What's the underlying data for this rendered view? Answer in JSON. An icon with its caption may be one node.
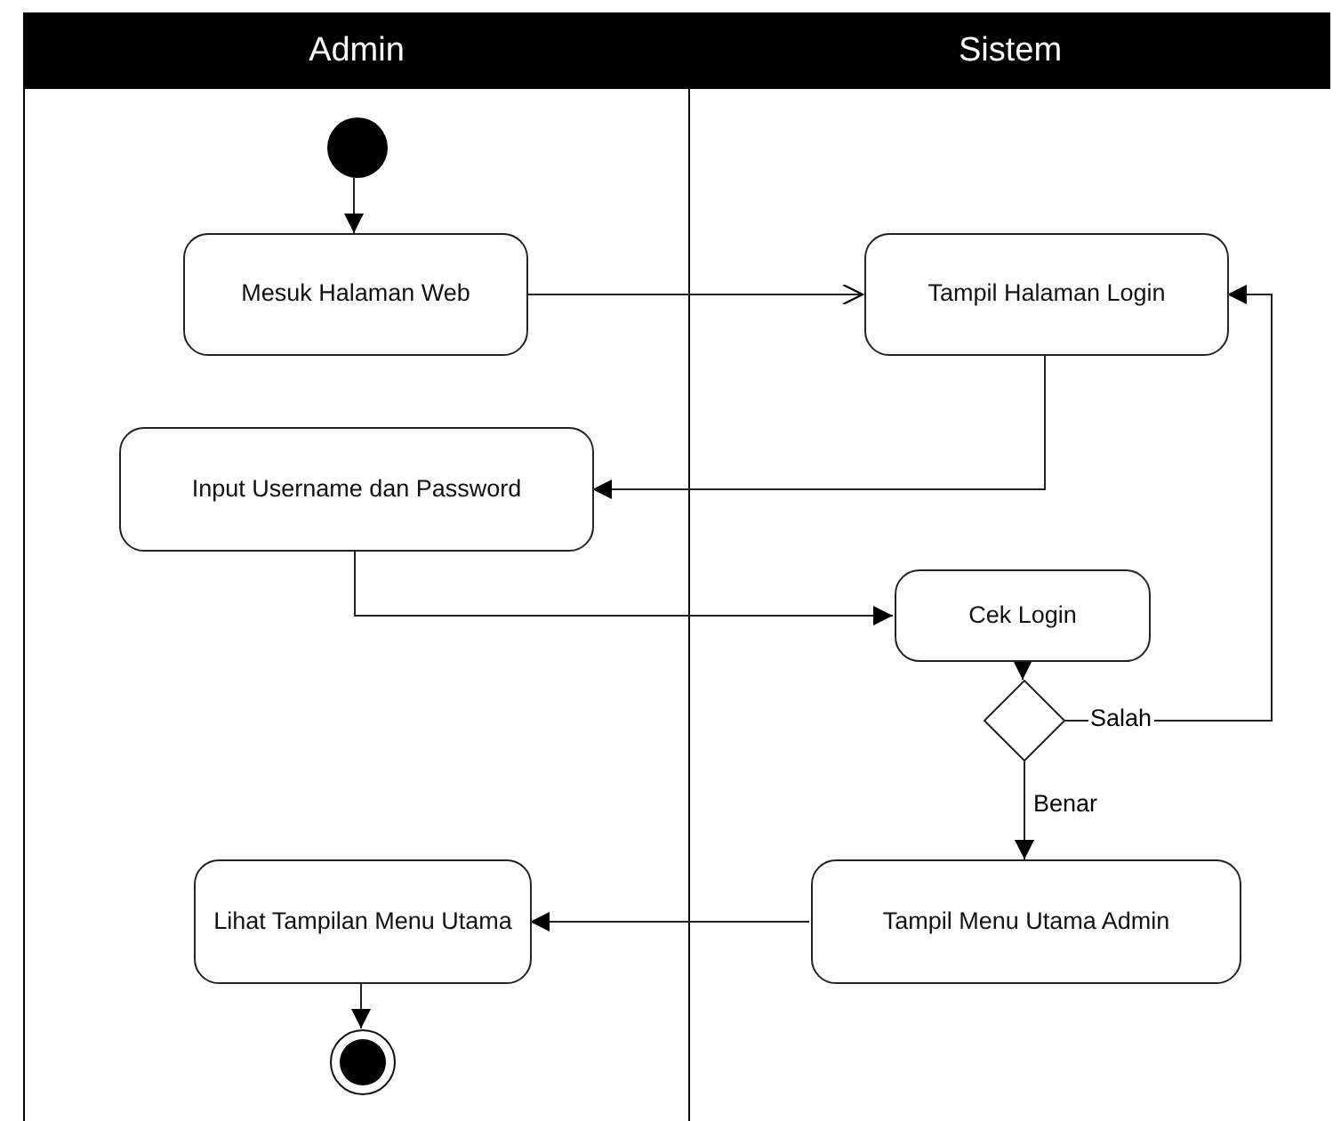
{
  "diagram": {
    "nodes": [
      {
        "text": [
          "Admin"
        ]
      },
      {
        "text": [
          "Sistem"
        ]
      },
      {
        "text": [],
        "shape": "circle",
        "in": 0
      },
      {
        "text": [
          "Mesuk Halaman Web"
        ],
        "in": 0
      },
      {
        "text": [
          "Tampil Halaman Login"
        ],
        "in": 1
      },
      {
        "text": [
          "Input Username dan Password"
        ],
        "in": 0
      },
      {
        "text": [
          "Cek Login"
        ],
        "in": 1
      },
      {
        "text": [],
        "shape": "diamond",
        "in": 1
      },
      {
        "text": [
          "Tampil Menu Utama Admin"
        ],
        "in": 1
      },
      {
        "text": [
          "Lihat Tampilan Menu Utama"
        ],
        "in": 0
      },
      {
        "text": [],
        "shape": "circle",
        "in": 0
      }
    ],
    "edges": [
      {
        "from": 2,
        "to": 3,
        "arrow": "to"
      },
      {
        "from": 3,
        "to": 4,
        "arrow": "to"
      },
      {
        "from": 4,
        "to": 5,
        "arrow": "to"
      },
      {
        "from": 5,
        "to": 6,
        "arrow": "to"
      },
      {
        "from": 6,
        "to": 7,
        "arrow": "to"
      },
      {
        "from": 7,
        "to": 4,
        "arrow": "to",
        "label": "Salah"
      },
      {
        "from": 7,
        "to": 8,
        "arrow": "to",
        "label": "Benar"
      },
      {
        "from": 8,
        "to": 9,
        "arrow": "to"
      },
      {
        "from": 9,
        "to": 10,
        "arrow": "to"
      }
    ]
  }
}
